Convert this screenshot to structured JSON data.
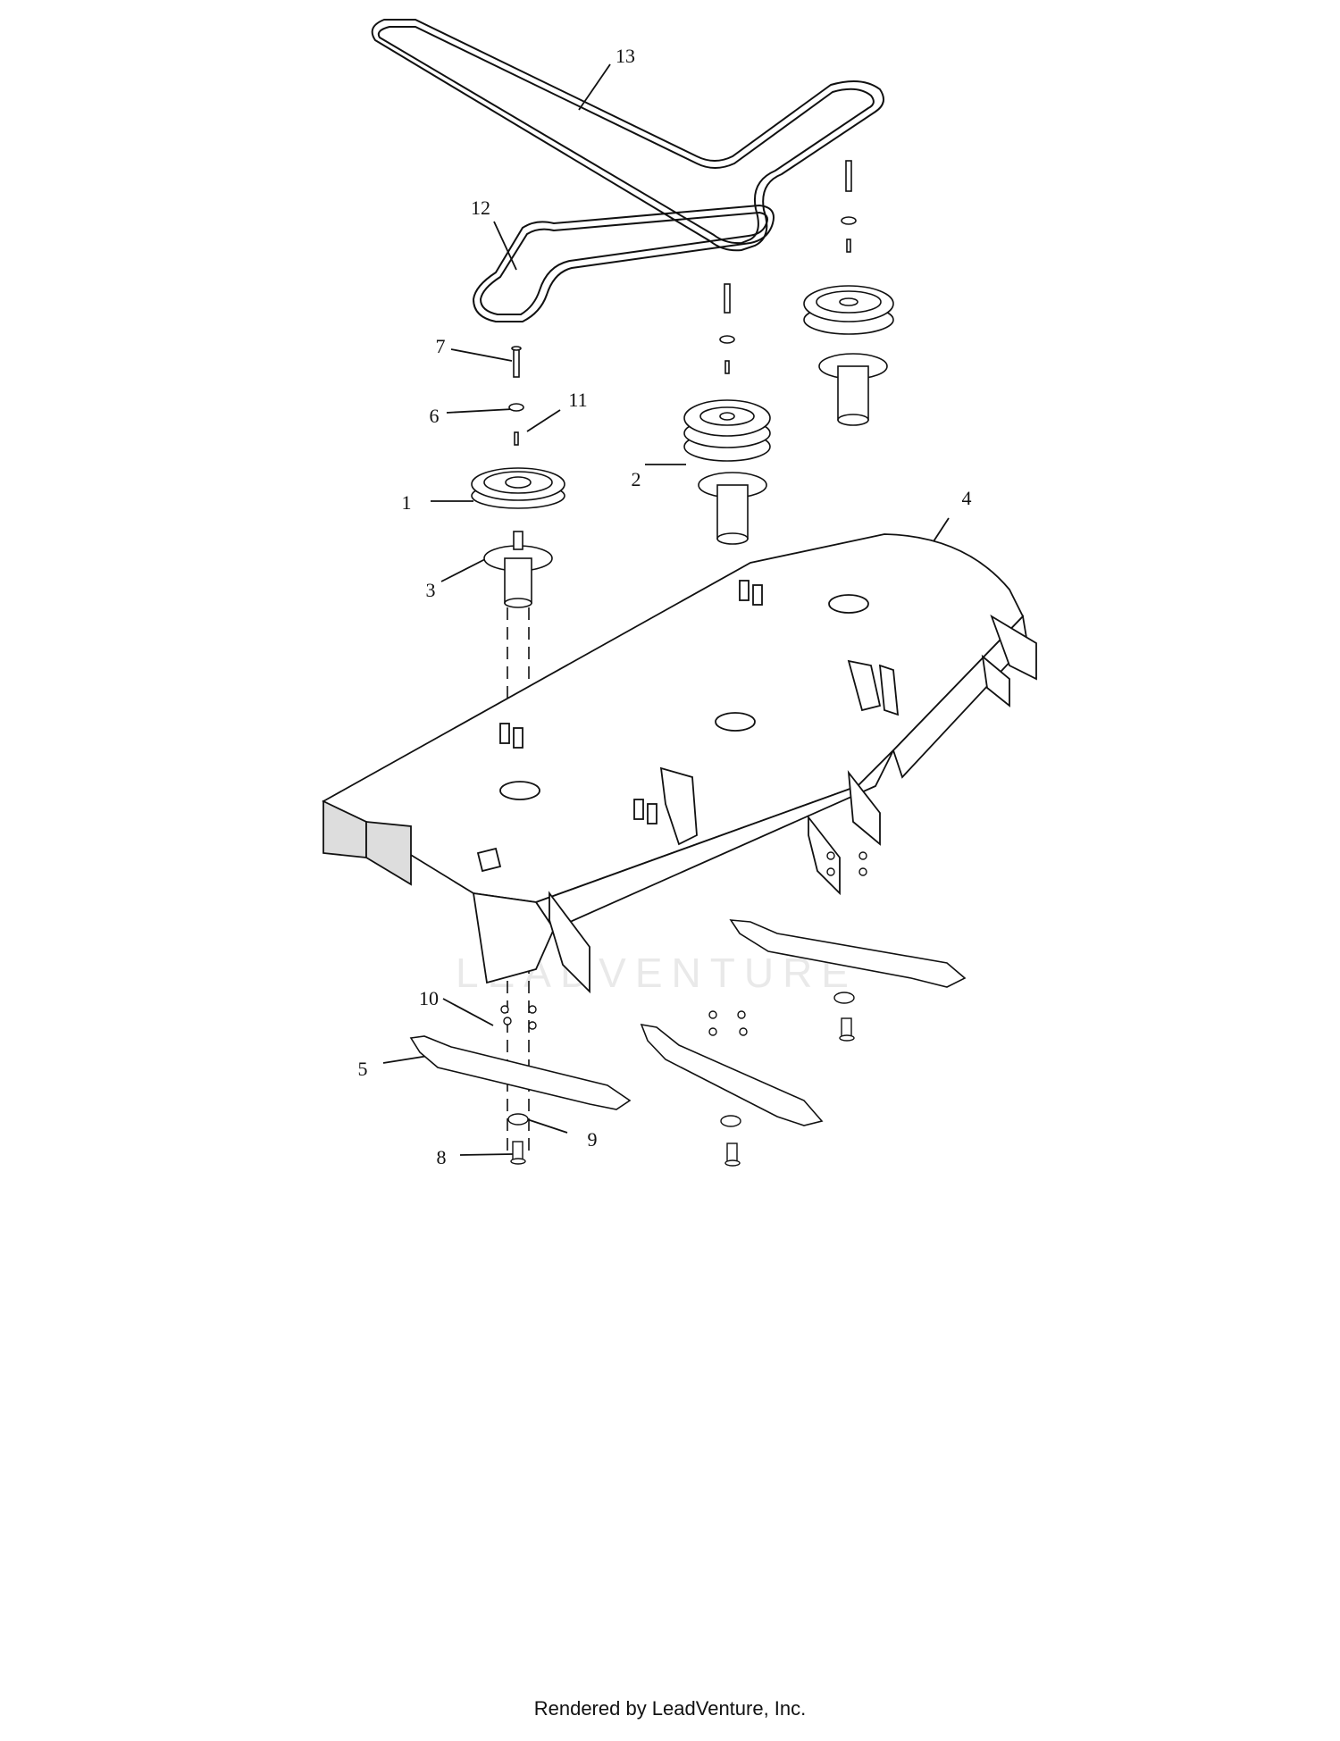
{
  "diagram": {
    "type": "exploded-parts-view",
    "watermark": "LEADVENTURE",
    "callouts": [
      {
        "id": "13",
        "label": "13"
      },
      {
        "id": "12",
        "label": "12"
      },
      {
        "id": "7",
        "label": "7"
      },
      {
        "id": "11",
        "label": "11"
      },
      {
        "id": "6",
        "label": "6"
      },
      {
        "id": "1",
        "label": "1"
      },
      {
        "id": "2",
        "label": "2"
      },
      {
        "id": "3",
        "label": "3"
      },
      {
        "id": "4",
        "label": "4"
      },
      {
        "id": "10",
        "label": "10"
      },
      {
        "id": "5",
        "label": "5"
      },
      {
        "id": "9",
        "label": "9"
      },
      {
        "id": "8",
        "label": "8"
      }
    ]
  },
  "footer": {
    "text": "Rendered by LeadVenture, Inc."
  },
  "colors": {
    "line": "#111111",
    "fill": "#ffffff",
    "shade": "#d9d9d9"
  }
}
